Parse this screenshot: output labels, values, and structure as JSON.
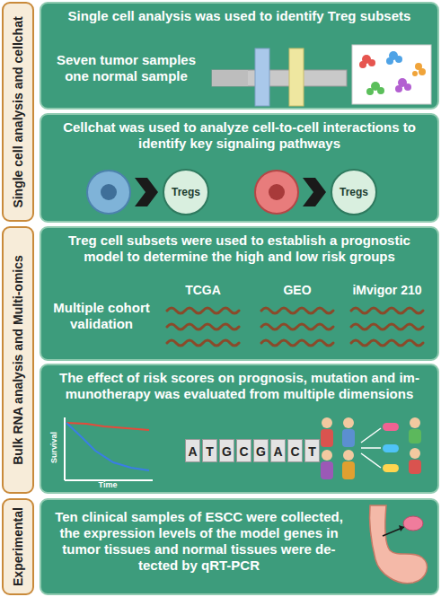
{
  "diagram": {
    "nodes": [
      {
        "text": [
          "Single cell analysis and cellchat"
        ]
      },
      {
        "text": [
          "Single cell analysis was used to identify Treg subsets",
          "Seven tumor samples one normal sample"
        ]
      },
      {
        "text": [
          "Cellchat was used to analyze cell-to-cell interactions to identify key signaling pathways"
        ]
      },
      {
        "text": [
          "Tregs"
        ],
        "in": 2
      },
      {
        "text": [
          "Tregs"
        ],
        "in": 2
      },
      {
        "text": [
          "Bulk RNA analysis and Multi-omics"
        ]
      },
      {
        "text": [
          "Treg cell subsets were used to establish a prognostic model to determine the high and low risk groups",
          "Multiple cohort validation"
        ]
      },
      {
        "text": [
          "The effect of risk scores on prognosis, mutation and im-munotherapy was evaluated from multiple dimensions"
        ]
      },
      {
        "text": [
          "Experimental"
        ]
      },
      {
        "text": [
          "Ten clinical samples of ESCC were collected, the expression levels of the model genes in tumor tissues and normal tissues were de-tected by qRT-PCR"
        ]
      }
    ],
    "labels": [
      "TCGA",
      "GEO",
      "iMvigor 210",
      "Survival",
      "Time",
      "A",
      "T",
      "G",
      "C",
      "G",
      "A",
      "C",
      "T"
    ]
  }
}
